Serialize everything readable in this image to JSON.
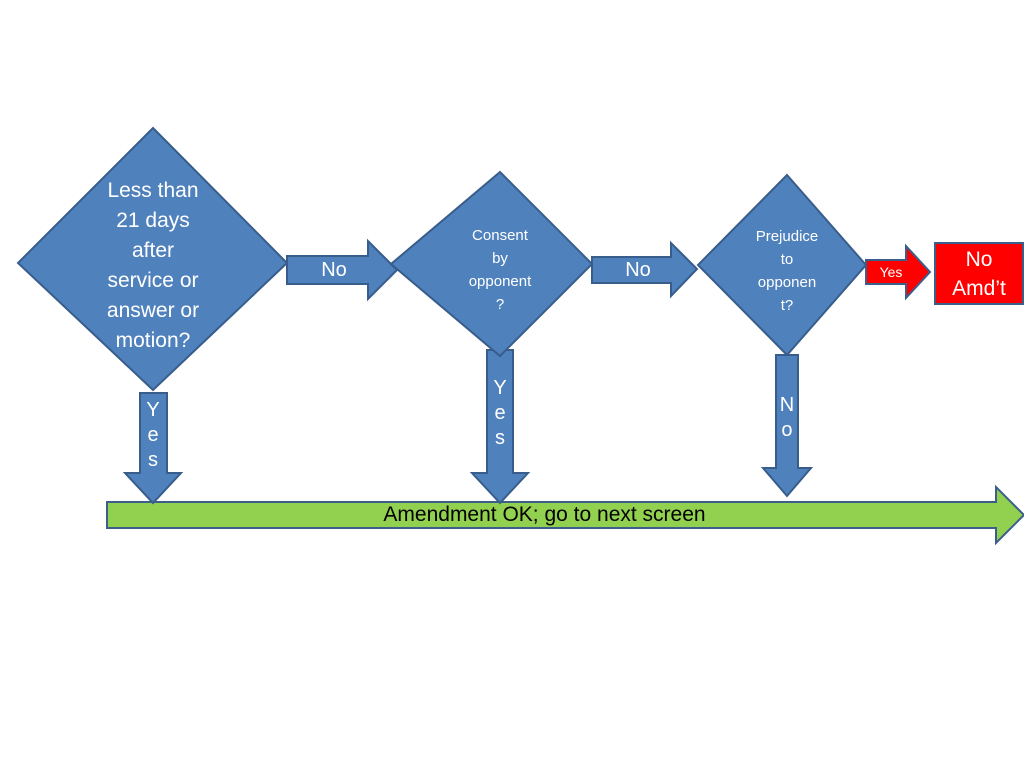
{
  "diagram": {
    "decision1": {
      "text": "Less than\n21 days\nafter\nservice or\nanswer or\nmotion?"
    },
    "decision2": {
      "text": "Consent\nby\nopponent\n?"
    },
    "decision3": {
      "text": "Prejudice\nto\nopponen\nt?"
    },
    "arrow1_label": "No",
    "arrow2_label": "No",
    "arrow3_label": "Yes",
    "down1_label": "Y\ne\ns",
    "down2_label": "Y\ne\ns",
    "down3_label": "N\no",
    "end_box": "No\nAmd’t",
    "green_bar": "Amendment OK; go to next screen",
    "colors": {
      "node_fill": "#4f81bd",
      "node_stroke": "#385d8a",
      "red_fill": "#ff0000",
      "red_stroke": "#3a5f8b",
      "green_fill": "#92d050",
      "green_stroke": "#3b5e8a"
    }
  }
}
